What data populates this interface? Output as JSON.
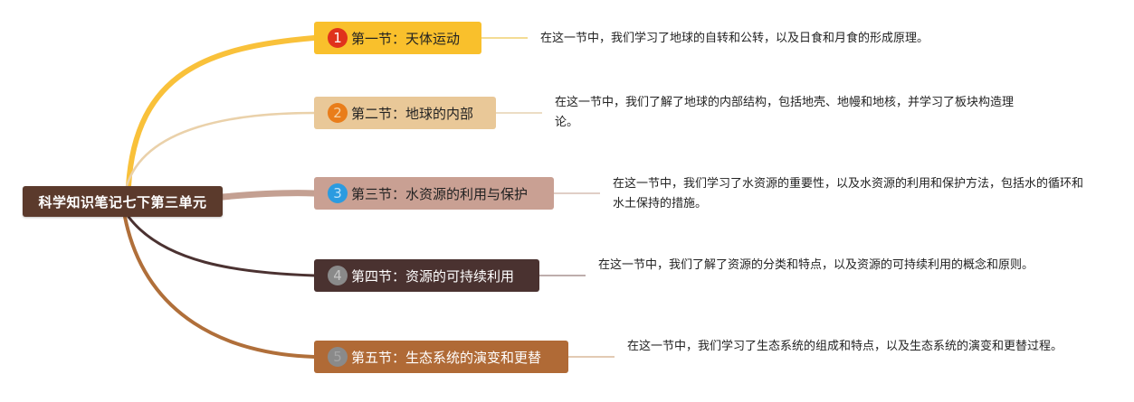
{
  "root": {
    "label": "科学知识笔记七下第三单元"
  },
  "branches": [
    {
      "badge": "1",
      "label": "第一节：天体运动",
      "description": "在这一节中，我们学习了地球的自转和公转，以及日食和月食的形成原理。",
      "box_color": "#f9c02c",
      "text_color": "#222222",
      "badge_bg": "#e0321c",
      "badge_fg": "#ffffff",
      "curve_color": "#f9c13a",
      "curve_width": 6,
      "connector_color": "#f0d070"
    },
    {
      "badge": "2",
      "label": "第二节：地球的内部",
      "description": "在这一节中，我们了解了地球的内部结构，包括地壳、地幔和地核，并学习了板块构造理论。",
      "box_color": "#e9c898",
      "text_color": "#222222",
      "badge_bg": "#e97d1a",
      "badge_fg": "#f5d3a8",
      "curve_color": "#ead1aa",
      "curve_width": 2.5,
      "connector_color": "#e6d2b0"
    },
    {
      "badge": "3",
      "label": "第三节：水资源的利用与保护",
      "description": "在这一节中，我们学习了水资源的重要性，以及水资源的利用和保护方法，包括水的循环和水土保持的措施。",
      "box_color": "#c9a093",
      "text_color": "#222222",
      "badge_bg": "#2b9be0",
      "badge_fg": "#bfe2f8",
      "curve_color": "#c4a092",
      "curve_width": 7,
      "connector_color": "#d5bdb3"
    },
    {
      "badge": "4",
      "label": "第四节：资源的可持续利用",
      "description": "在这一节中，我们了解了资源的分类和特点，以及资源的可持续利用的概念和原则。",
      "box_color": "#4a3230",
      "text_color": "#ffffff",
      "badge_bg": "#8a8a8a",
      "badge_fg": "#c6c6c6",
      "curve_color": "#4b3231",
      "curve_width": 3,
      "connector_color": "#a89490"
    },
    {
      "badge": "5",
      "label": "第五节：生态系统的演变和更替",
      "description": "在这一节中，我们学习了生态系统的组成和特点，以及生态系统的演变和更替过程。",
      "box_color": "#b06a36",
      "text_color": "#ffffff",
      "badge_bg": "#8a8a8a",
      "badge_fg": "#a6a6a6",
      "curve_color": "#b06f3a",
      "curve_width": 4,
      "connector_color": "#d8b89a"
    }
  ]
}
